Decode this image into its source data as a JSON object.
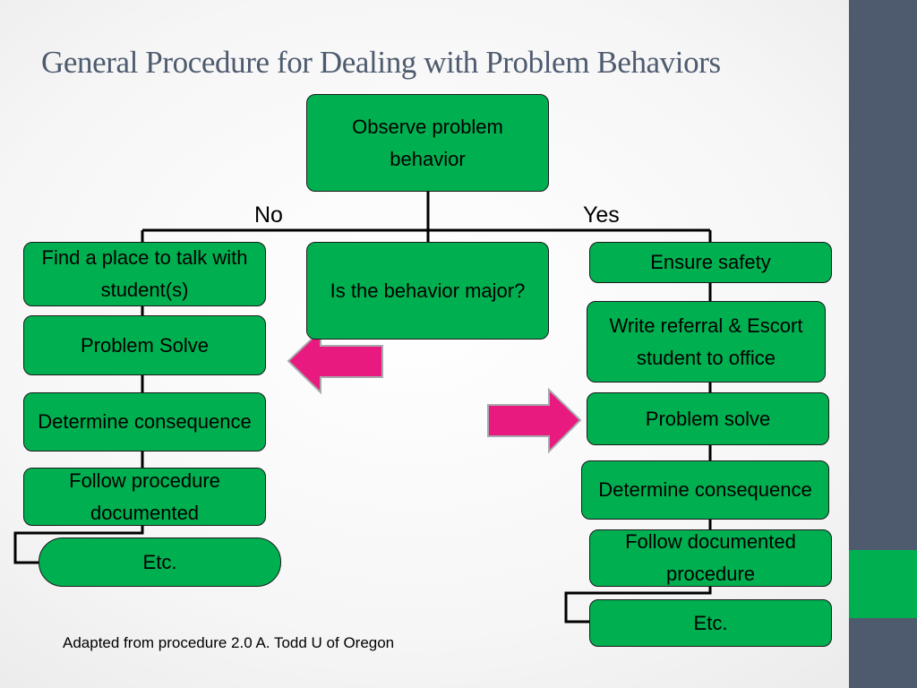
{
  "title": "General Procedure for Dealing with Problem Behaviors",
  "colors": {
    "box_fill": "#00b050",
    "arrow_fill": "#e8197f",
    "title_color": "#4e5b6f",
    "sidebar": "#4e5b6f",
    "sidebar_accent": "#00b050"
  },
  "nodes": {
    "observe": "Observe problem behavior",
    "decision": "Is the behavior major?",
    "branch_no": "No",
    "branch_yes": "Yes"
  },
  "left_branch": [
    "Find a place to talk with student(s)",
    "Problem Solve",
    "Determine consequence",
    "Follow procedure documented",
    "Etc."
  ],
  "right_branch": [
    "Ensure safety",
    "Write referral & Escort student to office",
    "Problem solve",
    "Determine consequence",
    "Follow documented procedure",
    "Etc."
  ],
  "caption": "Adapted from procedure 2.0 A. Todd U of Oregon",
  "icons": {
    "left_arrow": "left-arrow-icon",
    "right_arrow": "right-arrow-icon"
  }
}
